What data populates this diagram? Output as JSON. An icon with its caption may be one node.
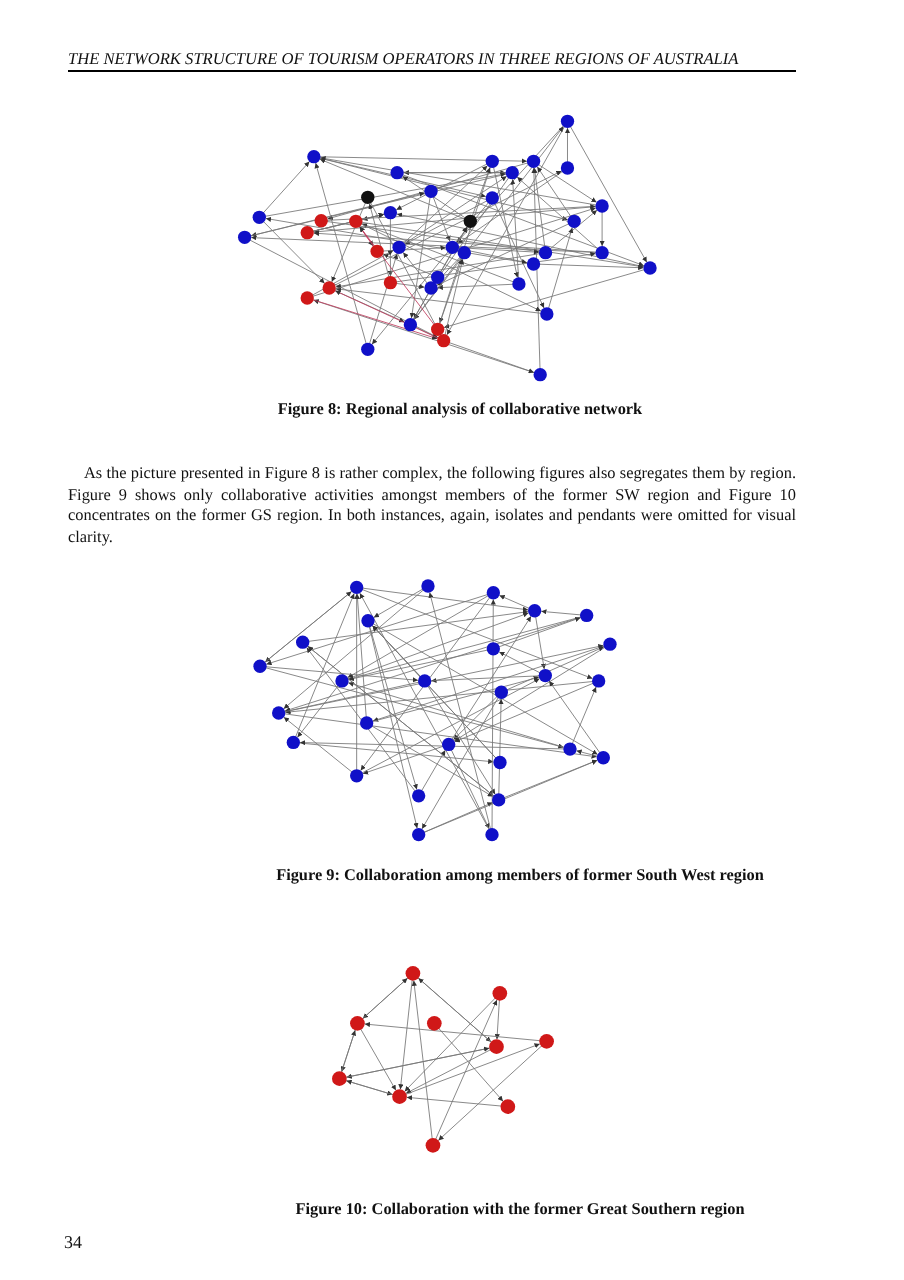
{
  "diagram": {
    "title": "THE NETWORK STRUCTURE OF TOURISM OPERATORS IN THREE REGIONS OF AUSTRALIA",
    "nodes": [
      {
        "text": [],
        "shape": "picture",
        "beside": [
          "Figure 8: Regional analysis of collaborative network"
        ]
      },
      {
        "text": [],
        "shape": "picture",
        "beside": [
          "Figure 9: Collaboration among members of former South West region"
        ]
      },
      {
        "text": [],
        "shape": "picture",
        "beside": [
          "Figure 10: Collaboration with the former Great Southern region"
        ]
      }
    ],
    "labels": [
      "As the picture presented in Figure 8 is rather complex, the following figures also segregates them by region. Figure 9 shows only collaborative activities amongst members of the former SW region and Figure 10 concentrates on the former GS region. In both instances, again, isolates and pendants were omitted for visual clarity.",
      "34"
    ]
  }
}
